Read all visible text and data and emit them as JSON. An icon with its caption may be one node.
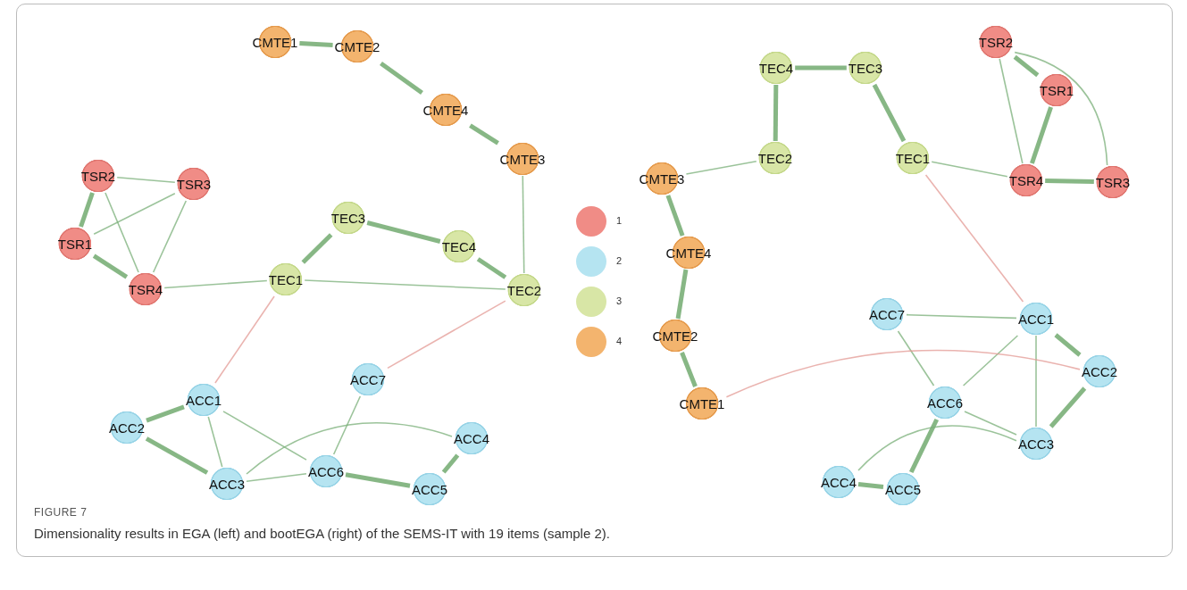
{
  "diagram": {
    "title": "FIGURE 7",
    "caption": "Dimensionality results in EGA (left) and bootEGA (right) of the SEMS-IT with 19 items (sample 2).",
    "nodes": [
      {
        "text": [
          "CMTE1"
        ]
      },
      {
        "text": [
          "CMTE2"
        ]
      },
      {
        "text": [
          "CMTE4"
        ]
      },
      {
        "text": [
          "CMTE3"
        ]
      },
      {
        "text": [
          "TSR2"
        ]
      },
      {
        "text": [
          "TSR3"
        ]
      },
      {
        "text": [
          "TEC3"
        ]
      },
      {
        "text": [
          "TSR1"
        ]
      },
      {
        "text": [
          "TEC4"
        ]
      },
      {
        "text": [
          "TSR4"
        ]
      },
      {
        "text": [
          "TEC1"
        ]
      },
      {
        "text": [
          "TEC2"
        ]
      },
      {
        "text": [
          "ACC7"
        ]
      },
      {
        "text": [
          "ACC1"
        ]
      },
      {
        "text": [
          "ACC2"
        ]
      },
      {
        "text": [
          "ACC4"
        ]
      },
      {
        "text": [
          "ACC3"
        ]
      },
      {
        "text": [
          "ACC6"
        ]
      },
      {
        "text": [
          "ACC5"
        ]
      },
      {
        "text": [
          "TEC4"
        ]
      },
      {
        "text": [
          "TEC3"
        ]
      },
      {
        "text": [
          "TSR2"
        ]
      },
      {
        "text": [
          "TSR1"
        ]
      },
      {
        "text": [
          "TEC2"
        ]
      },
      {
        "text": [
          "TEC1"
        ]
      },
      {
        "text": [
          "CMTE3"
        ]
      },
      {
        "text": [
          "TSR4"
        ]
      },
      {
        "text": [
          "TSR3"
        ]
      },
      {
        "text": [
          "CMTE4"
        ]
      },
      {
        "text": [
          "ACC7"
        ]
      },
      {
        "text": [
          "ACC1"
        ]
      },
      {
        "text": [
          "CMTE2"
        ]
      },
      {
        "text": [
          "ACC2"
        ]
      },
      {
        "text": [
          "ACC6"
        ]
      },
      {
        "text": [
          "CMTE1"
        ]
      },
      {
        "text": [
          "ACC3"
        ]
      },
      {
        "text": [
          "ACC4"
        ]
      },
      {
        "text": [
          "ACC5"
        ]
      }
    ],
    "edges": [
      {
        "from": 0,
        "to": 1,
        "arrow": "none",
        "style": "thick"
      },
      {
        "from": 1,
        "to": 2,
        "arrow": "none",
        "style": "thick"
      },
      {
        "from": 2,
        "to": 3,
        "arrow": "none",
        "style": "thick"
      },
      {
        "from": 4,
        "to": 7,
        "arrow": "none",
        "style": "thick"
      },
      {
        "from": 7,
        "to": 9,
        "arrow": "none",
        "style": "thick"
      },
      {
        "from": 4,
        "to": 9,
        "arrow": "none"
      },
      {
        "from": 5,
        "to": 9,
        "arrow": "none"
      },
      {
        "from": 7,
        "to": 5,
        "arrow": "none"
      },
      {
        "from": 4,
        "to": 5,
        "arrow": "none"
      },
      {
        "from": 10,
        "to": 6,
        "arrow": "none",
        "style": "thick"
      },
      {
        "from": 6,
        "to": 8,
        "arrow": "none",
        "style": "thick"
      },
      {
        "from": 8,
        "to": 11,
        "arrow": "none",
        "style": "thick"
      },
      {
        "from": 9,
        "to": 10,
        "arrow": "none"
      },
      {
        "from": 10,
        "to": 11,
        "arrow": "none"
      },
      {
        "from": 3,
        "to": 11,
        "arrow": "none"
      },
      {
        "from": 14,
        "to": 13,
        "arrow": "none",
        "style": "thick"
      },
      {
        "from": 14,
        "to": 16,
        "arrow": "none",
        "style": "thick"
      },
      {
        "from": 13,
        "to": 16,
        "arrow": "none"
      },
      {
        "from": 13,
        "to": 17,
        "arrow": "none"
      },
      {
        "from": 12,
        "to": 17,
        "arrow": "none"
      },
      {
        "from": 16,
        "to": 17,
        "arrow": "none"
      },
      {
        "from": 17,
        "to": 18,
        "arrow": "none",
        "style": "thick"
      },
      {
        "from": 15,
        "to": 18,
        "arrow": "none",
        "style": "thick"
      },
      {
        "from": 16,
        "to": 15,
        "arrow": "none"
      },
      {
        "from": 11,
        "to": 12,
        "arrow": "none",
        "color": "#e39a94"
      },
      {
        "from": 10,
        "to": 13,
        "arrow": "none",
        "color": "#e39a94"
      },
      {
        "from": 19,
        "to": 20,
        "arrow": "none",
        "style": "thick"
      },
      {
        "from": 19,
        "to": 23,
        "arrow": "none",
        "style": "thick"
      },
      {
        "from": 20,
        "to": 24,
        "arrow": "none",
        "style": "thick"
      },
      {
        "from": 21,
        "to": 22,
        "arrow": "none",
        "style": "thick"
      },
      {
        "from": 21,
        "to": 26,
        "arrow": "none"
      },
      {
        "from": 22,
        "to": 26,
        "arrow": "none",
        "style": "thick"
      },
      {
        "from": 26,
        "to": 27,
        "arrow": "none",
        "style": "thick"
      },
      {
        "from": 21,
        "to": 27,
        "arrow": "none"
      },
      {
        "from": 24,
        "to": 26,
        "arrow": "none"
      },
      {
        "from": 23,
        "to": 25,
        "arrow": "none"
      },
      {
        "from": 25,
        "to": 28,
        "arrow": "none",
        "style": "thick"
      },
      {
        "from": 28,
        "to": 31,
        "arrow": "none",
        "style": "thick"
      },
      {
        "from": 31,
        "to": 34,
        "arrow": "none",
        "style": "thick"
      },
      {
        "from": 29,
        "to": 33,
        "arrow": "none"
      },
      {
        "from": 29,
        "to": 30,
        "arrow": "none"
      },
      {
        "from": 30,
        "to": 32,
        "arrow": "none",
        "style": "thick"
      },
      {
        "from": 30,
        "to": 35,
        "arrow": "none"
      },
      {
        "from": 30,
        "to": 33,
        "arrow": "none"
      },
      {
        "from": 32,
        "to": 35,
        "arrow": "none",
        "style": "thick"
      },
      {
        "from": 33,
        "to": 35,
        "arrow": "none"
      },
      {
        "from": 33,
        "to": 37,
        "arrow": "none",
        "style": "thick"
      },
      {
        "from": 36,
        "to": 37,
        "arrow": "none",
        "style": "thick"
      },
      {
        "from": 36,
        "to": 35,
        "arrow": "none"
      },
      {
        "from": 24,
        "to": 30,
        "arrow": "none",
        "color": "#e39a94"
      },
      {
        "from": 34,
        "to": 32,
        "arrow": "none",
        "color": "#e39a94"
      }
    ],
    "legend": [
      {
        "text": "1",
        "color": "#f08c86"
      },
      {
        "text": "2",
        "color": "#b5e4f1"
      },
      {
        "text": "3",
        "color": "#d8e6a6"
      },
      {
        "text": "4",
        "color": "#f3b46e"
      }
    ]
  }
}
